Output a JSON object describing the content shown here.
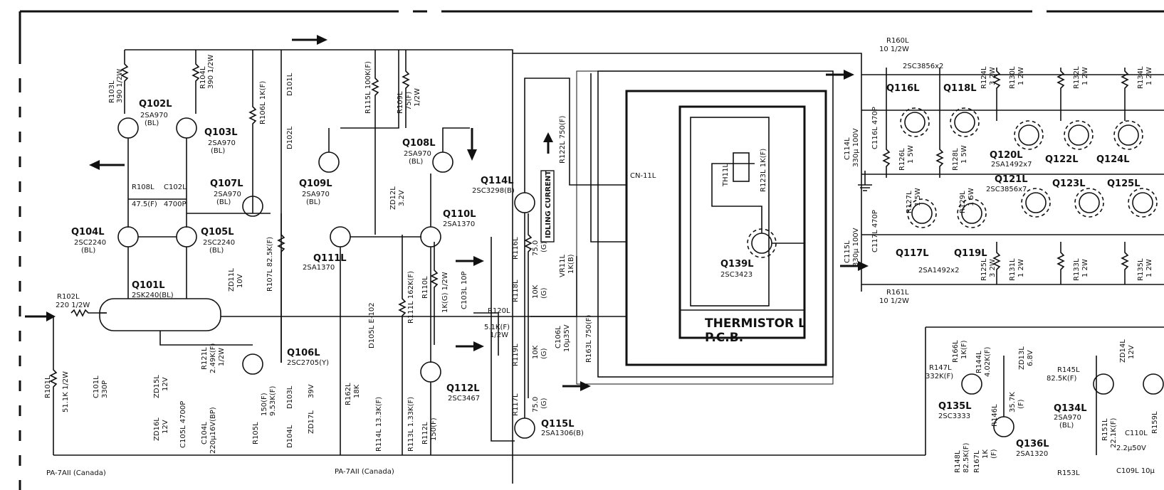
{
  "transistors": [
    {
      "id": "q102",
      "name": "Q102L",
      "type": "2SA970",
      "extra": "(BL)"
    },
    {
      "id": "q103",
      "name": "Q103L",
      "type": "2SA970",
      "extra": "(BL)"
    },
    {
      "id": "q104",
      "name": "Q104L",
      "type": "2SC2240",
      "extra": "(BL)"
    },
    {
      "id": "q105",
      "name": "Q105L",
      "type": "2SC2240",
      "extra": "(BL)"
    },
    {
      "id": "q101",
      "name": "Q101L",
      "type": "2SK240(BL)",
      "extra": ""
    },
    {
      "id": "q107",
      "name": "Q107L",
      "type": "2SA970",
      "extra": "(BL)"
    },
    {
      "id": "q109",
      "name": "Q109L",
      "type": "2SA970",
      "extra": "(BL)"
    },
    {
      "id": "q111",
      "name": "Q111L",
      "type": "2SA1370",
      "extra": ""
    },
    {
      "id": "q108",
      "name": "Q108L",
      "type": "2SA970",
      "extra": "(BL)"
    },
    {
      "id": "q110",
      "name": "Q110L",
      "type": "2SA1370",
      "extra": ""
    },
    {
      "id": "q106",
      "name": "Q106L",
      "type": "2SC2705(Y)",
      "extra": ""
    },
    {
      "id": "q112",
      "name": "Q112L",
      "type": "2SC3467",
      "extra": ""
    },
    {
      "id": "q114",
      "name": "Q114L",
      "type": "2SC3298(B)",
      "extra": ""
    },
    {
      "id": "q115",
      "name": "Q115L",
      "type": "2SA1306(B)",
      "extra": ""
    },
    {
      "id": "q139",
      "name": "Q139L",
      "type": "2SC3423",
      "extra": ""
    },
    {
      "id": "q116",
      "name": "Q116L",
      "type": "",
      "extra": ""
    },
    {
      "id": "q118",
      "name": "Q118L",
      "type": "",
      "extra": ""
    },
    {
      "id": "q117",
      "name": "Q117L",
      "type": "",
      "extra": ""
    },
    {
      "id": "q119",
      "name": "Q119L",
      "type": "",
      "extra": ""
    },
    {
      "id": "q120",
      "name": "Q120L",
      "type": "2SA1492x7",
      "extra": ""
    },
    {
      "id": "q121",
      "name": "Q121L",
      "type": "2SC3856x7",
      "extra": ""
    },
    {
      "id": "q122",
      "name": "Q122L",
      "type": "",
      "extra": ""
    },
    {
      "id": "q124",
      "name": "Q124L",
      "type": "",
      "extra": ""
    },
    {
      "id": "q123",
      "name": "Q123L",
      "type": "",
      "extra": ""
    },
    {
      "id": "q125",
      "name": "Q125L",
      "type": "",
      "extra": ""
    },
    {
      "id": "q135",
      "name": "Q135L",
      "type": "2SC3333",
      "extra": ""
    },
    {
      "id": "q134",
      "name": "Q134L",
      "type": "2SA970",
      "extra": "(BL)"
    },
    {
      "id": "q136",
      "name": "Q136L",
      "type": "2SA1320",
      "extra": ""
    }
  ],
  "labels": {
    "r103": "R103L",
    "r103v": "390 1/2W",
    "r104": "R104L",
    "r104v": "390 1/2W",
    "r108": "R108L",
    "r108v": "47.5(F)",
    "c102": "C102L",
    "c102v": "4700P",
    "r102": "R102L",
    "r102v": "220 1/2W",
    "r101": "R101L",
    "r101v": "51.1K 1/2W",
    "c101": "C101L",
    "c101v": "330P",
    "zd15": "ZD15L",
    "zd15v": "12V",
    "zd16": "ZD16L",
    "zd16v": "12V",
    "c105": "C105L 4700P",
    "c104": "C104L",
    "c104v": "220μ16V(BP)",
    "r121": "R121L",
    "r121v": "2.49K(F)",
    "r121p": "1/2W",
    "r106": "R106L 1K(F)",
    "d101": "D101L",
    "d102": "D102L",
    "zd11": "ZD11L",
    "zd11v": "10V",
    "r107": "R107L 82.5K(F)",
    "r105": "R105L",
    "r105v": "150(F)",
    "r105b": "9.53K(F)",
    "d103": "D103L",
    "d104": "D104L",
    "zd17": "ZD17L",
    "zd17v": "39V",
    "r115": "R115L 100K(F)",
    "d105": "D105L E-102",
    "r111": "R111L 162K(F)",
    "r114": "R114L 13.3K(F)",
    "r113": "R113L 1.33K(F)",
    "r162": "R162L",
    "r162v": "18K",
    "r109": "R109L",
    "r109v": "75(F)",
    "r109p": "1/2W",
    "zd12": "ZD12L",
    "zd12v": "3.2V",
    "r110": "R110L",
    "r110v": "1K(G) 1/2W",
    "r112": "R112L",
    "r112v": "150(F)",
    "c103": "C103L 10P",
    "r116": "R116L",
    "r116v": "75.0",
    "r116g": "(G)",
    "r118": "R118L",
    "r118v": "10K",
    "r118g": "(G)",
    "r120": "R120L",
    "r120v": "5.1K(F)",
    "r120p": "1/2W",
    "r119": "R119L",
    "r119v": "10K",
    "r119g": "(G)",
    "r117": "R117L",
    "r117v": "75.0",
    "r117g": "(G)",
    "vr11": "VR11L",
    "vr11v": "1K(B)",
    "c106": "C106L",
    "c106v": "10μ35V",
    "r122": "R122L 750(F)",
    "r163": "R163L 750(F)",
    "idling": "IDLING CURRENT",
    "cn11": "CN-11L",
    "th11": "TH11L",
    "r123": "R123L 1K(F)",
    "thermistor1": "THERMISTOR L",
    "thermistor2": "P.C.B.",
    "r160": "R160L",
    "r160v": "10 1/2W",
    "r161": "R161L",
    "r161v": "10 1/2W",
    "q116type": "2SC3856x2",
    "q117type": "2SA1492x2",
    "c114": "C114L",
    "c114v": "330μ 100V",
    "c116": "C116L 470P",
    "c115": "C115L",
    "c115v": "330μ 100V",
    "c117": "C117L 470P",
    "r124": "R124L",
    "r124v": "3 2W",
    "r130": "R130L",
    "r130v": "1 2W",
    "r132": "R132L",
    "r132v": "1 2W",
    "r134": "R134L",
    "r134v": "1 2W",
    "r126": "R126L",
    "r126v": "1 5W",
    "r128": "R128L",
    "r128v": "1 5W",
    "r127": "R127L",
    "r127v": "1 5W",
    "r129": "R129L",
    "r129v": "1 5W",
    "r125": "R125L",
    "r125v": "3 2W",
    "r131": "R131L",
    "r131v": "1 2W",
    "r133": "R133L",
    "r133v": "1 2W",
    "r135": "R135L",
    "r135v": "1 2W",
    "r166": "R166L",
    "r166v": "1K(F)",
    "r147": "R147L",
    "r147v": "332K(F)",
    "r144": "R144L",
    "r144v": "4.02K(F)",
    "zd13": "ZD13L",
    "zd13v": "6.8V",
    "r145": "R145L",
    "r145v": "82.5K(F)",
    "zd14": "ZD14L",
    "zd14v": "12V",
    "r146": "R146L",
    "r146v": "35.7K",
    "r146f": "(F)",
    "r148": "R148L",
    "r148v": "82.5K(F)",
    "r167": "R167L",
    "r167v": "1K",
    "r167f": "(F)",
    "r151": "R151L",
    "r151v": "22.1K(F)",
    "c110": "C110L",
    "c110v": "2.2μ50V",
    "r159": "R159L",
    "r153": "R153L",
    "c109": "C109L 10μ",
    "pa1": "PA-7AII (Canada)",
    "pa2": "PA-7AII (Canada)"
  }
}
